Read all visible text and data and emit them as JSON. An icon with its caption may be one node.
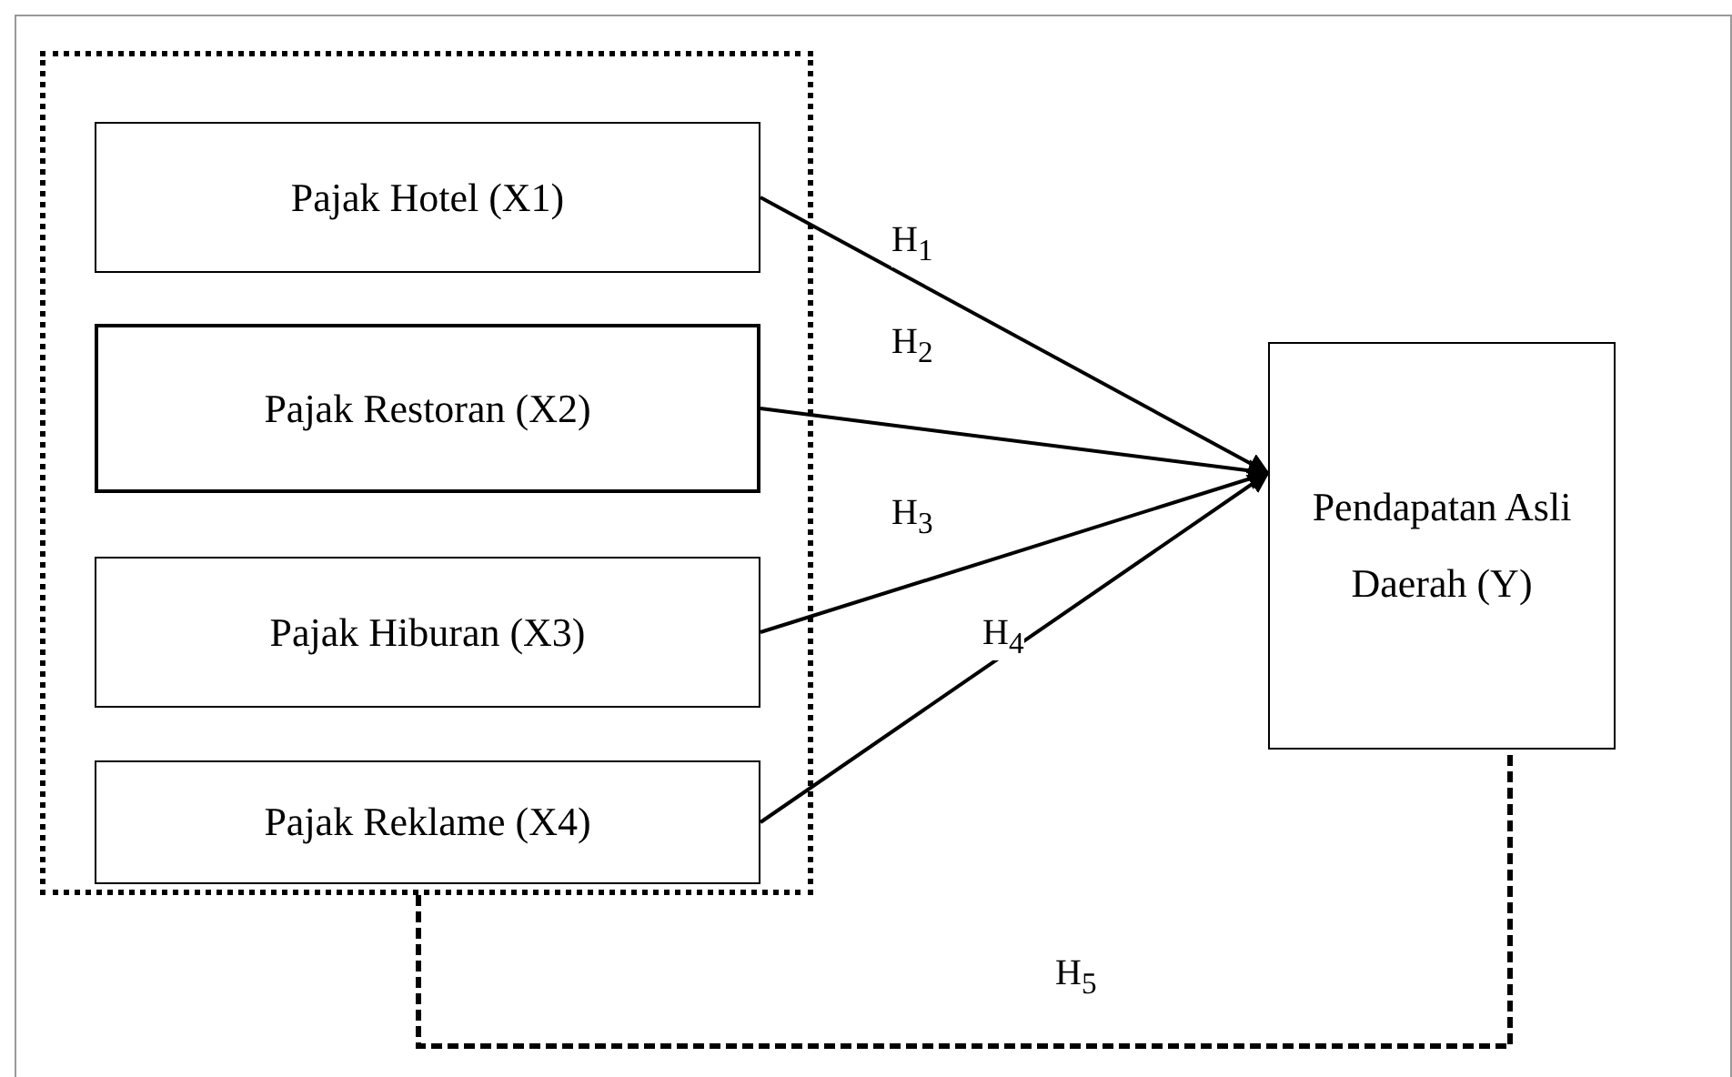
{
  "diagram": {
    "nodes": [
      {
        "text": [],
        "shape": "box"
      },
      {
        "text": [
          "Pajak Hotel (X1)"
        ],
        "in": 0
      },
      {
        "text": [
          "Pajak Restoran (X2)"
        ],
        "in": 0
      },
      {
        "text": [
          "Pajak Hiburan (X3)"
        ],
        "in": 0
      },
      {
        "text": [
          "Pajak Reklame (X4)"
        ],
        "in": 0
      },
      {
        "text": [
          "Pendapatan Asli Daerah (Y)"
        ]
      }
    ],
    "edges": [
      {
        "from": 1,
        "to": 5,
        "arrow": "to",
        "label": "H$_{1}$"
      },
      {
        "from": 2,
        "to": 5,
        "arrow": "to",
        "label": "H$_{2}$"
      },
      {
        "from": 3,
        "to": 5,
        "arrow": "to",
        "label": "H$_{3}$"
      },
      {
        "from": 4,
        "to": 5,
        "arrow": "to",
        "label": "H$_{4}$"
      },
      {
        "from": 0,
        "to": 5,
        "arrow": "none",
        "label": "H$_{5}$",
        "style": "dashed"
      }
    ]
  }
}
